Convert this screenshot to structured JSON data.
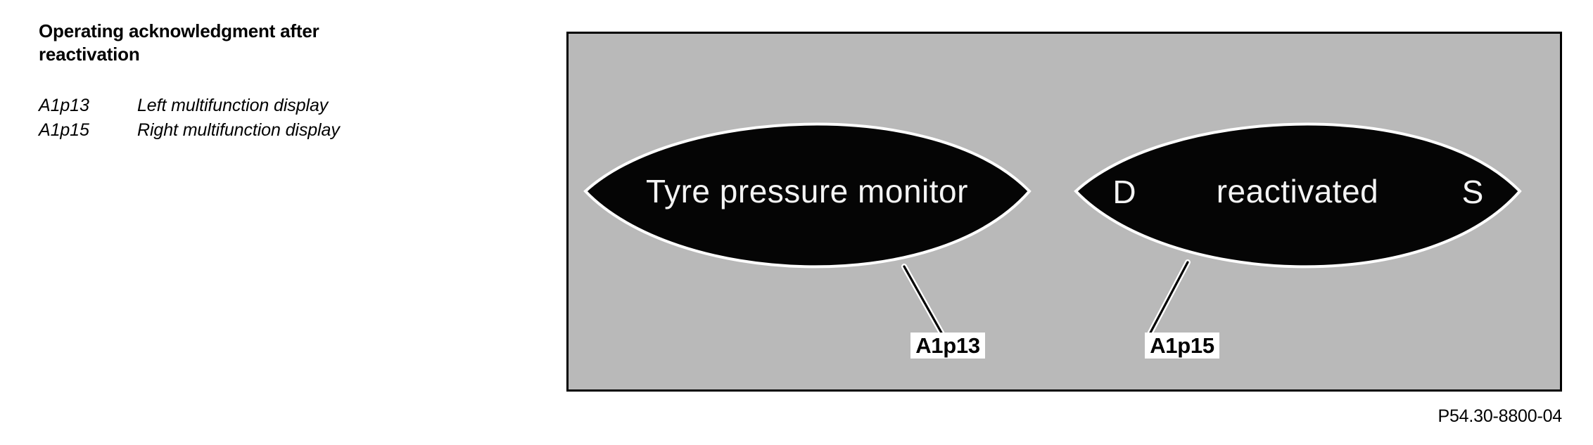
{
  "heading": {
    "text": "Operating acknowledgment after\nreactivation"
  },
  "legend": {
    "rows": [
      {
        "key": "A1p13",
        "description": "Left multifunction display"
      },
      {
        "key": "A1p15",
        "description": "Right multifunction display"
      }
    ]
  },
  "figure": {
    "background_color": "#b9b9b9",
    "border_color": "#000000",
    "displays": [
      {
        "id": "left-multifunction-display",
        "screen_color": "#050505",
        "outline_color": "#ffffff",
        "text_color": "#f4f4f4",
        "left_indicator": "",
        "message": "Tyre pressure monitor",
        "right_indicator": ""
      },
      {
        "id": "right-multifunction-display",
        "screen_color": "#050505",
        "outline_color": "#ffffff",
        "text_color": "#f4f4f4",
        "left_indicator": "D",
        "message": "reactivated",
        "right_indicator": "S"
      }
    ],
    "callouts": [
      {
        "label": "A1p13",
        "target": "left-multifunction-display"
      },
      {
        "label": "A1p15",
        "target": "right-multifunction-display"
      }
    ]
  },
  "reference_code": "P54.30-8800-04"
}
